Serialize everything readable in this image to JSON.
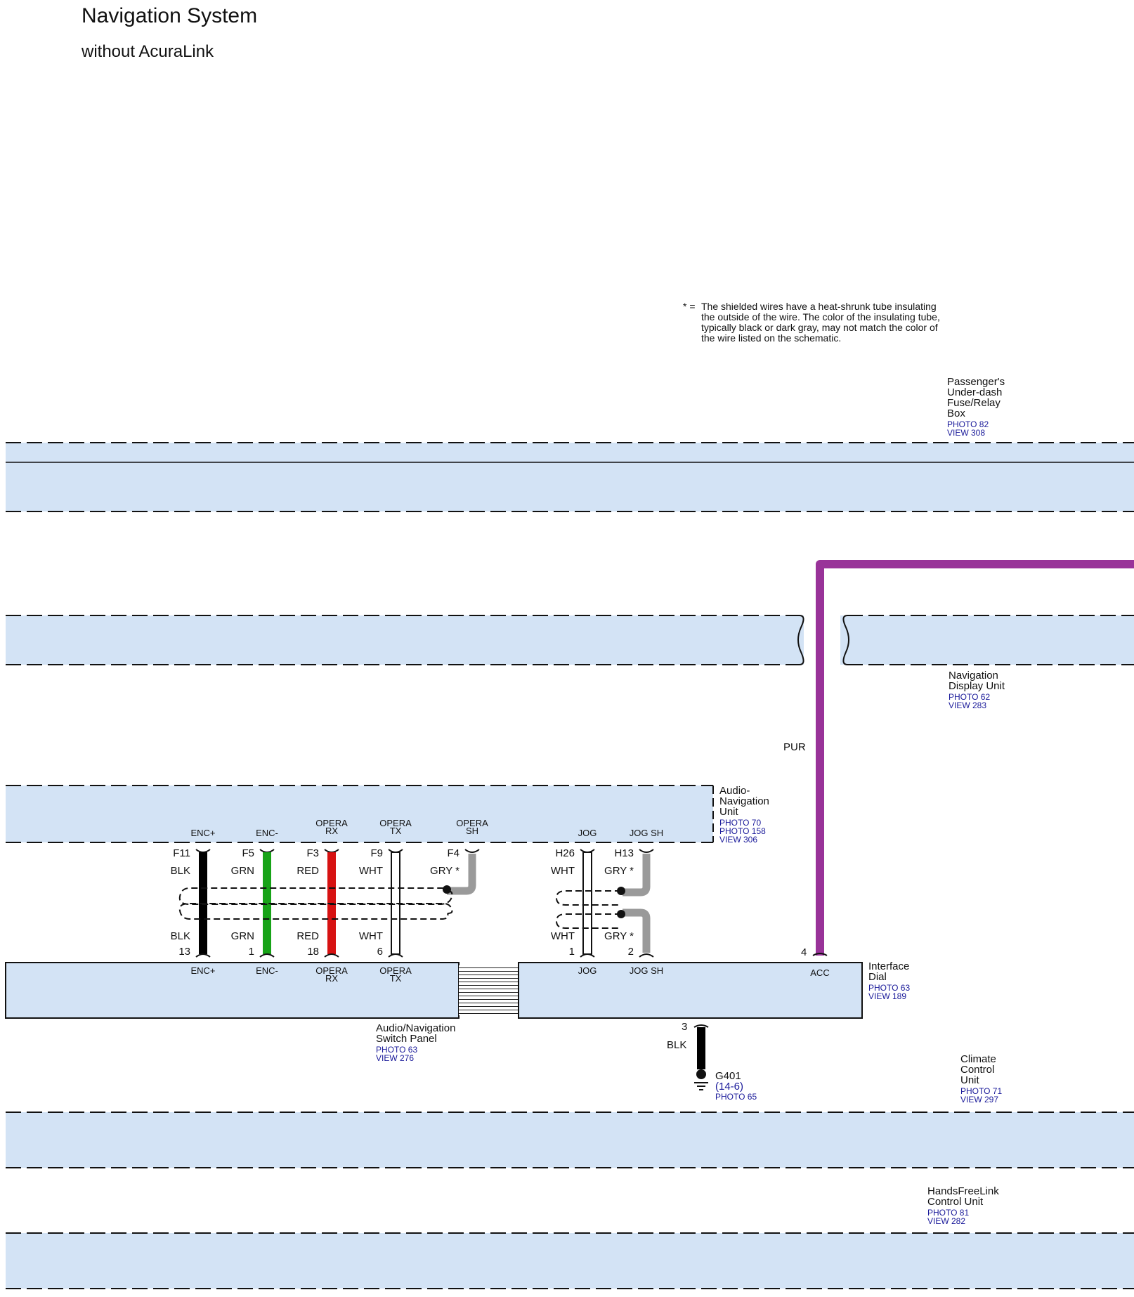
{
  "title": "Navigation System",
  "subtitle": "without AcuraLink",
  "colors": {
    "band": "#d3e3f5",
    "BLK": "#000000",
    "GRN": "#17a317",
    "RED": "#d71212",
    "WHT": "#ffffff",
    "GRY": "#9a9a9a",
    "PUR": "#993399",
    "ref": "#1a1a9a"
  },
  "note": {
    "marker": "* =",
    "lines": [
      "The shielded wires have a heat-shrunk tube insulating",
      "the outside of the wire. The color of the insulating tube,",
      "typically black or dark gray, may not match the color of",
      "the wire listed on the schematic."
    ]
  },
  "components": {
    "fuse_box": {
      "name_lines": [
        "Passenger's",
        "Under-dash",
        "Fuse/Relay",
        "Box"
      ],
      "refs": [
        "PHOTO 82",
        "VIEW 308"
      ]
    },
    "nav_display": {
      "name_lines": [
        "Navigation",
        "Display Unit"
      ],
      "refs": [
        "PHOTO 62",
        "VIEW 283"
      ]
    },
    "audio_nav_unit": {
      "name_lines": [
        "Audio-",
        "Navigation",
        "Unit"
      ],
      "refs": [
        "PHOTO 70",
        "PHOTO 158",
        "VIEW 306"
      ]
    },
    "interface_dial": {
      "name_lines": [
        "Interface",
        "Dial"
      ],
      "refs": [
        "PHOTO 63",
        "VIEW 189"
      ]
    },
    "switch_panel": {
      "name_lines": [
        "Audio/Navigation",
        "Switch Panel"
      ],
      "refs": [
        "PHOTO 63",
        "VIEW 276"
      ]
    },
    "ground": {
      "name_lines": [
        "G401",
        "(14-6)"
      ],
      "refs": [
        "PHOTO 65"
      ]
    },
    "climate": {
      "name_lines": [
        "Climate",
        "Control",
        "Unit"
      ],
      "refs": [
        "PHOTO 71",
        "VIEW 297"
      ]
    },
    "hfl": {
      "name_lines": [
        "HandsFreeLink",
        "Control Unit"
      ],
      "refs": [
        "PHOTO 81",
        "VIEW 282"
      ]
    }
  },
  "wires": [
    {
      "top_pin_lines": [
        "ENC+"
      ],
      "top_terminal": "F11",
      "top_color": "BLK",
      "bottom_color": "BLK",
      "bottom_terminal": "13",
      "bottom_pin_lines": [
        "ENC+"
      ],
      "color": "BLK",
      "shield": false
    },
    {
      "top_pin_lines": [
        "ENC-"
      ],
      "top_terminal": "F5",
      "top_color": "GRN",
      "bottom_color": "GRN",
      "bottom_terminal": "1",
      "bottom_pin_lines": [
        "ENC-"
      ],
      "color": "GRN",
      "shield": false
    },
    {
      "top_pin_lines": [
        "OPERA",
        "RX"
      ],
      "top_terminal": "F3",
      "top_color": "RED",
      "bottom_color": "RED",
      "bottom_terminal": "18",
      "bottom_pin_lines": [
        "OPERA",
        "RX"
      ],
      "color": "RED",
      "shield": false
    },
    {
      "top_pin_lines": [
        "OPERA",
        "TX"
      ],
      "top_terminal": "F9",
      "top_color": "WHT",
      "bottom_color": "WHT",
      "bottom_terminal": "6",
      "bottom_pin_lines": [
        "OPERA",
        "TX"
      ],
      "color": "WHT",
      "shield": false
    },
    {
      "top_pin_lines": [
        "OPERA",
        "SH"
      ],
      "top_terminal": "F4",
      "top_color": "GRY *",
      "color": "GRY",
      "shield": true
    },
    {
      "top_pin_lines": [
        "JOG"
      ],
      "top_terminal": "H26",
      "top_color": "WHT",
      "bottom_color": "WHT",
      "bottom_terminal": "1",
      "bottom_pin_lines": [
        "JOG"
      ],
      "color": "WHT",
      "shield": false
    },
    {
      "top_pin_lines": [
        "JOG SH"
      ],
      "top_terminal": "H13",
      "top_color": "GRY *",
      "bottom_color": "GRY *",
      "bottom_terminal": "2",
      "bottom_pin_lines": [
        "JOG SH"
      ],
      "color": "GRY",
      "shield": true
    }
  ],
  "acc_wire": {
    "color_label": "PUR",
    "terminal": "4",
    "pin": "ACC"
  },
  "ground_wire": {
    "terminal": "3",
    "color_label": "BLK"
  }
}
